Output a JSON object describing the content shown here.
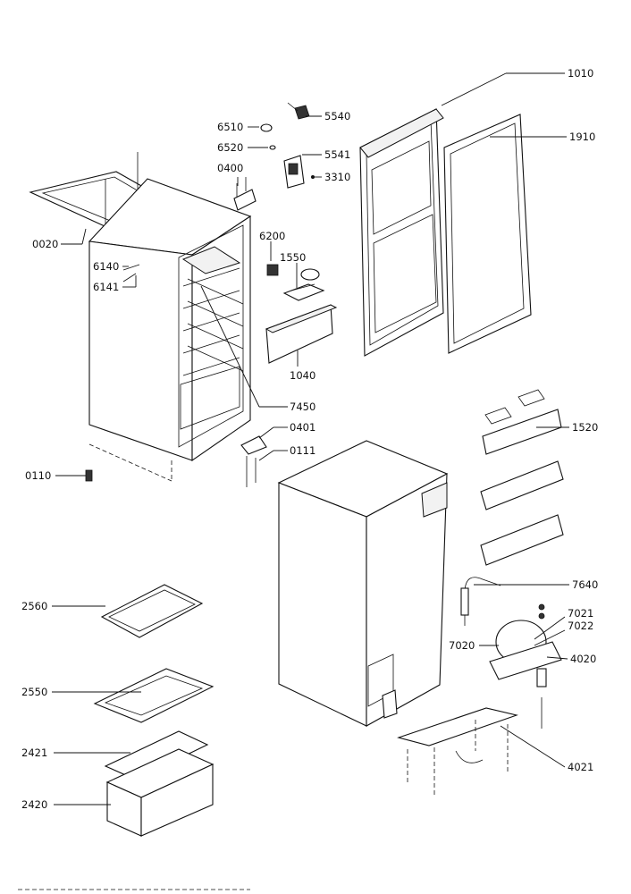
{
  "parts": [
    {
      "id": "p1010",
      "text": "1010"
    },
    {
      "id": "p1910",
      "text": "1910"
    },
    {
      "id": "p5540",
      "text": "5540"
    },
    {
      "id": "p6510",
      "text": "6510"
    },
    {
      "id": "p6520",
      "text": "6520"
    },
    {
      "id": "p5541",
      "text": "5541"
    },
    {
      "id": "p0400",
      "text": "0400"
    },
    {
      "id": "p3310",
      "text": "3310"
    },
    {
      "id": "p0020",
      "text": "0020"
    },
    {
      "id": "p6200",
      "text": "6200"
    },
    {
      "id": "p1550",
      "text": "1550"
    },
    {
      "id": "p6140",
      "text": "6140"
    },
    {
      "id": "p6141",
      "text": "6141"
    },
    {
      "id": "p1040",
      "text": "1040"
    },
    {
      "id": "p7450",
      "text": "7450"
    },
    {
      "id": "p1520",
      "text": "1520"
    },
    {
      "id": "p0401",
      "text": "0401"
    },
    {
      "id": "p0111",
      "text": "0111"
    },
    {
      "id": "p0110",
      "text": "0110"
    },
    {
      "id": "p7640",
      "text": "7640"
    },
    {
      "id": "p2560",
      "text": "2560"
    },
    {
      "id": "p7021",
      "text": "7021"
    },
    {
      "id": "p7022",
      "text": "7022"
    },
    {
      "id": "p7020",
      "text": "7020"
    },
    {
      "id": "p4020",
      "text": "4020"
    },
    {
      "id": "p2550",
      "text": "2550"
    },
    {
      "id": "p2421",
      "text": "2421"
    },
    {
      "id": "p4021",
      "text": "4021"
    },
    {
      "id": "p2420",
      "text": "2420"
    }
  ]
}
